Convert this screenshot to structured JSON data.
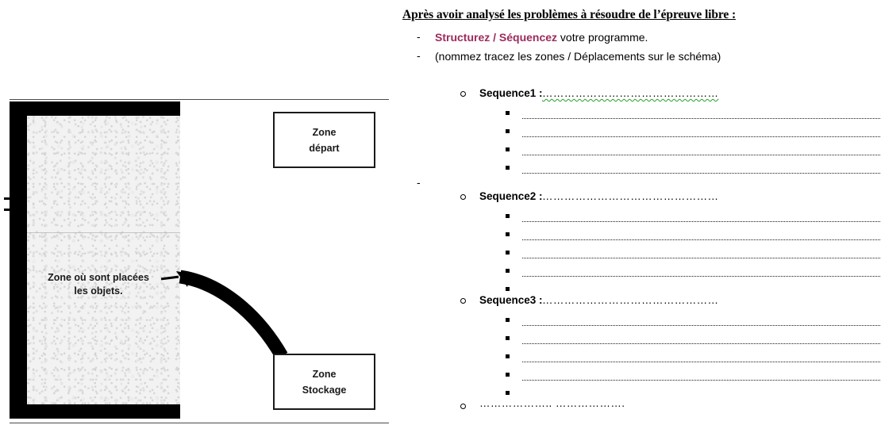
{
  "document": {
    "title_text": "Après avoir analysé les problèmes à résoudre de l’épreuve libre :",
    "accent_color": "#9C2A5C",
    "spellcheck_color": "#22a022"
  },
  "instructions": {
    "dash_mark": "-",
    "item1_highlight": "Structurez / Séquencez",
    "item1_rest": " votre programme.",
    "item2": "(nommez tracez les zones / Déplacements sur le schéma)",
    "stray_dash": "-"
  },
  "sequences": [
    {
      "label": "Sequence1 :",
      "dots": "…………………………………………",
      "spellchecked": true,
      "sub_bullets": 4,
      "dotted_lines": 4,
      "empty_bullet_after": false
    },
    {
      "label": "Sequence2 :",
      "dots": "…………………………………………",
      "spellchecked": false,
      "sub_bullets": 5,
      "dotted_lines": 4,
      "empty_bullet_after": true
    },
    {
      "label": "Sequence3 :",
      "dots": "…………………………………………",
      "spellchecked": false,
      "sub_bullets": 5,
      "dotted_lines": 4,
      "empty_bullet_after": true
    }
  ],
  "final_line": {
    "dots": "……………….. ………………."
  },
  "diagram": {
    "zone_depart_label": "Zone\ndépart",
    "zone_stockage_label": "Zone\nStockage",
    "objects_zone_label": "Zone où sont placées\nles objets.",
    "frame_color": "#000000",
    "texture_color": "#f2f2f2",
    "box_border_color": "#1a1a1a"
  }
}
